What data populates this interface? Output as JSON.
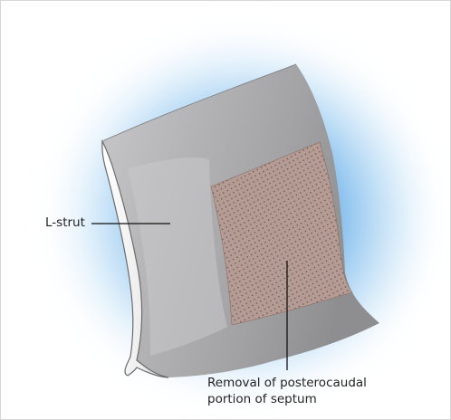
{
  "labels": {
    "l_strut": "L-strut",
    "removal_line1": "Removal of posterocaudal",
    "removal_line2": "portion of septum"
  },
  "colors": {
    "background_glow": "#5aa9e6",
    "cartilage_gray": "#a9a9ab",
    "cartilage_edge": "#f4f4f4",
    "removal_area": "#b29a92",
    "removal_dots": "#6e5049",
    "leader_line": "#111111"
  }
}
